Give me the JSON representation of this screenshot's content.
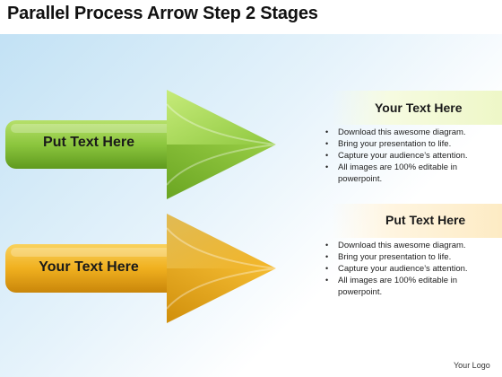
{
  "title": "Parallel Process Arrow Step 2 Stages",
  "arrows": [
    {
      "label": "Put Text Here",
      "color": "#8dc63f"
    },
    {
      "label": "Your Text Here",
      "color": "#f2b01e"
    }
  ],
  "panels": [
    {
      "heading": "Your Text Here",
      "bullets": [
        "Download this awesome diagram.",
        "Bring your presentation to life.",
        "Capture your audience’s attention.",
        "All images are 100% editable in powerpoint."
      ]
    },
    {
      "heading": "Put Text Here",
      "bullets": [
        "Download this awesome diagram.",
        "Bring your presentation to life.",
        "Capture your audience’s attention.",
        "All images are 100% editable in powerpoint."
      ]
    }
  ],
  "logo_text": "Your Logo"
}
